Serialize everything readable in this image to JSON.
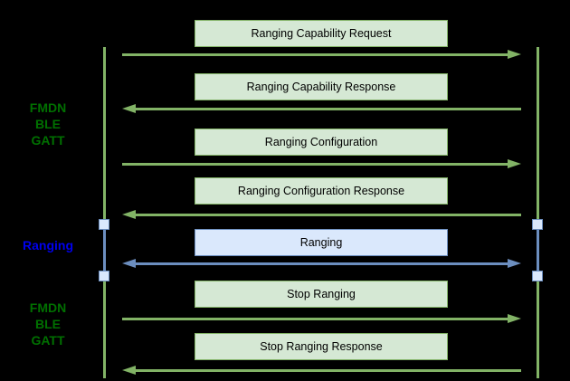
{
  "diagram": {
    "side_sections": [
      {
        "id": "fmdn-ble-gatt-top",
        "style": "green",
        "lines": [
          "FMDN",
          "BLE",
          "GATT"
        ]
      },
      {
        "id": "ranging",
        "style": "blue",
        "lines": [
          "Ranging"
        ]
      },
      {
        "id": "fmdn-ble-gatt-bottom",
        "style": "green",
        "lines": [
          "FMDN",
          "BLE",
          "GATT"
        ]
      }
    ],
    "messages": [
      {
        "label": "Ranging Capability Request",
        "direction": "right",
        "style": "green"
      },
      {
        "label": "Ranging Capability Response",
        "direction": "left",
        "style": "green"
      },
      {
        "label": "Ranging Configuration",
        "direction": "right",
        "style": "green"
      },
      {
        "label": "Ranging Configuration Response",
        "direction": "left",
        "style": "green"
      },
      {
        "label": "Ranging",
        "direction": "both",
        "style": "blue"
      },
      {
        "label": "Stop Ranging",
        "direction": "right",
        "style": "green"
      },
      {
        "label": "Stop Ranging Response",
        "direction": "left",
        "style": "green"
      }
    ]
  },
  "colors": {
    "background": "#000000",
    "green_fill": "#d5e8d4",
    "green_stroke": "#82b366",
    "blue_fill": "#dae8fc",
    "blue_stroke": "#6c8ebf",
    "green_text": "#007000",
    "blue_text": "#0000ee",
    "box_text": "#000000"
  }
}
